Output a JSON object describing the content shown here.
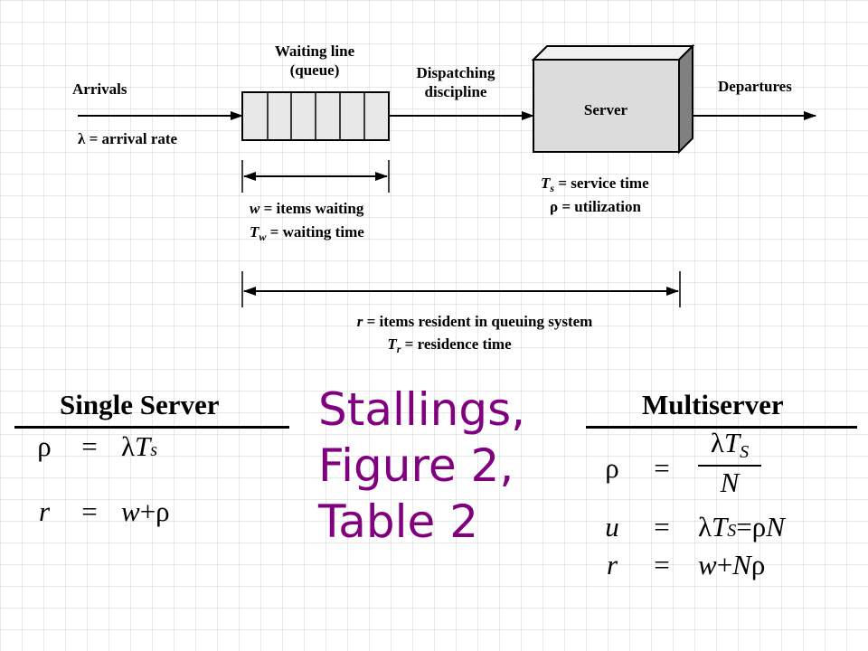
{
  "diagram": {
    "arrivals": "Arrivals",
    "arrival_rate": {
      "sym": "λ",
      "text": " = arrival rate"
    },
    "waiting_line": [
      "Waiting line",
      "(queue)"
    ],
    "dispatching": [
      "Dispatching",
      "discipline"
    ],
    "server": "Server",
    "departures": "Departures",
    "items_waiting": {
      "sym": "w",
      "text": " = items waiting"
    },
    "waiting_time": {
      "sym": "T",
      "sub": "w",
      "text": " = waiting time"
    },
    "service_time": {
      "sym": "T",
      "sub": "s",
      "text": " = service time"
    },
    "utilization": {
      "sym": "ρ",
      "text": " = utilization"
    },
    "items_resident": {
      "sym": "r",
      "text": " = items resident in queuing system"
    },
    "residence_time": {
      "sym": "T",
      "sub": "r",
      "text": " = residence time"
    }
  },
  "single_server": {
    "title": "Single Server",
    "f1": {
      "lhs": "ρ",
      "eq": "=",
      "a": "λ",
      "b": "T",
      "sub": "s"
    },
    "f2": {
      "lhs": "r",
      "eq": "=",
      "a": "w",
      "op": " + ",
      "b": "ρ"
    }
  },
  "caption": [
    "Stallings,",
    "Figure 2,",
    "Table 2"
  ],
  "multiserver": {
    "title": "Multiserver",
    "f1": {
      "lhs": "ρ",
      "eq": "=",
      "num_a": "λ",
      "num_b": "T",
      "num_sub": "S",
      "den": "N"
    },
    "f2": {
      "lhs": "u",
      "eq": "=",
      "a": "λ",
      "b": "T",
      "sub": "S",
      "eq2": " = ",
      "c": "ρ",
      "d": "N"
    },
    "f3": {
      "lhs": "r",
      "eq": "=",
      "a": "w",
      "op": " + ",
      "b": "N",
      "c": "ρ"
    }
  },
  "colors": {
    "caption": "#800080",
    "queue_fill": "#e8e8e8",
    "server_front": "#dcdcdc",
    "server_top": "#f0f0f0",
    "server_side": "#808080"
  }
}
